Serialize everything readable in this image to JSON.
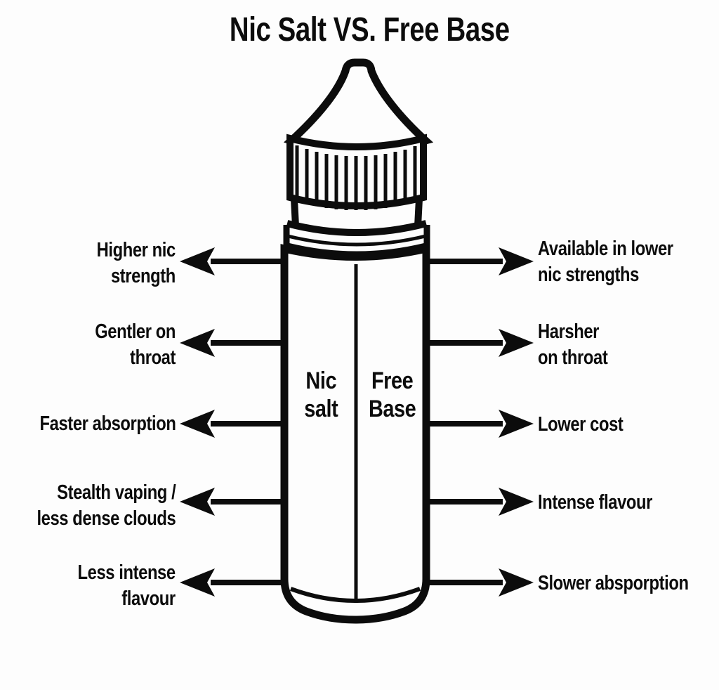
{
  "title": "Nic Salt VS. Free Base",
  "bottle": {
    "left_side_label": "Nic\nsalt",
    "right_side_label": "Free\nBase"
  },
  "left_labels": [
    "Higher nic\nstrength",
    "Gentler on\nthroat",
    "Faster absorption",
    "Stealth vaping /\nless dense clouds",
    "Less intense\nflavour"
  ],
  "right_labels": [
    "Available in lower\nnic strengths",
    "Harsher\non throat",
    "Lower cost",
    "Intense flavour",
    "Slower absporption"
  ],
  "colors": {
    "ink": "#0c0c0c",
    "background": "#fdfdfd"
  }
}
